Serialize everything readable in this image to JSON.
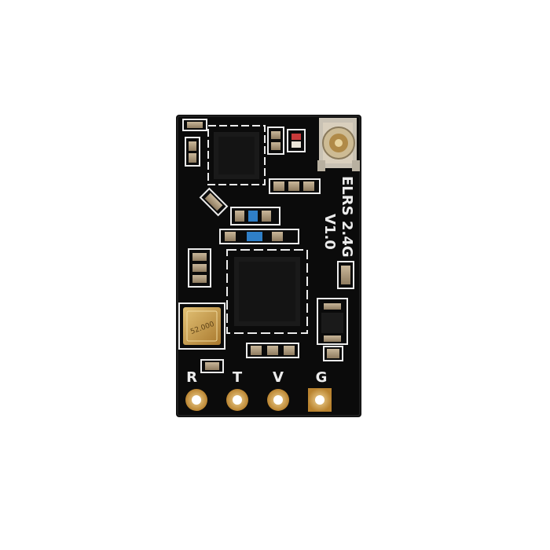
{
  "board": {
    "label_line1": "ELRS 2.4G",
    "label_line2": "V1.0",
    "pins": [
      "R",
      "T",
      "V",
      "G"
    ],
    "crystal_text": "52.000"
  },
  "colors": {
    "pcb": "#0b0b0b",
    "gold": "#d3a24c",
    "silkscreen": "#ececec",
    "chip": "#1a1a1a",
    "capacitor_blue": "#2f7fc7",
    "led_red": "#c83a3a",
    "background": "#ffffff"
  }
}
